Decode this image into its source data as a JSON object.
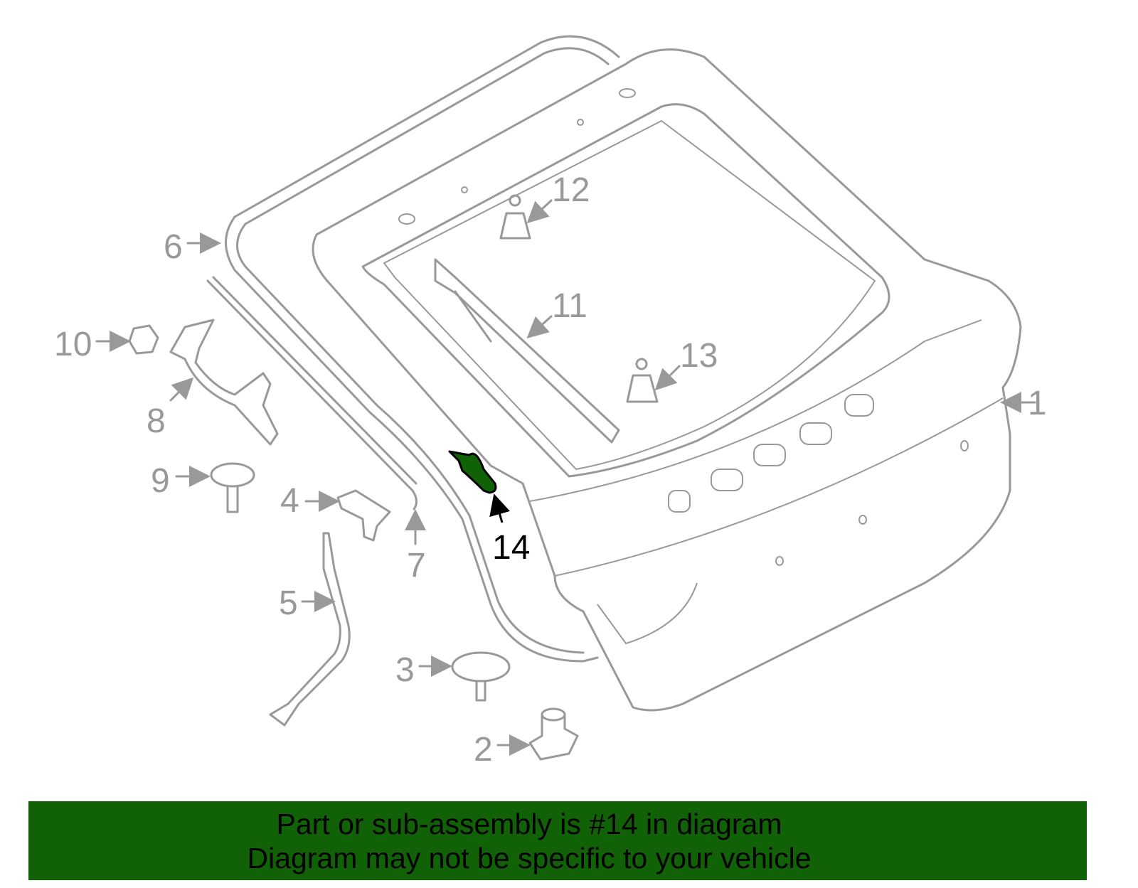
{
  "diagram": {
    "highlight_color": "#116106",
    "callouts": [
      {
        "id": "1",
        "label": "1"
      },
      {
        "id": "2",
        "label": "2"
      },
      {
        "id": "3",
        "label": "3"
      },
      {
        "id": "4",
        "label": "4"
      },
      {
        "id": "5",
        "label": "5"
      },
      {
        "id": "6",
        "label": "6"
      },
      {
        "id": "7",
        "label": "7"
      },
      {
        "id": "8",
        "label": "8"
      },
      {
        "id": "9",
        "label": "9"
      },
      {
        "id": "10",
        "label": "10"
      },
      {
        "id": "11",
        "label": "11"
      },
      {
        "id": "12",
        "label": "12"
      },
      {
        "id": "13",
        "label": "13"
      },
      {
        "id": "14",
        "label": "14"
      }
    ]
  },
  "banner": {
    "line1": "Part or sub-assembly is #14 in diagram",
    "line2": "Diagram may not be specific to your vehicle"
  }
}
